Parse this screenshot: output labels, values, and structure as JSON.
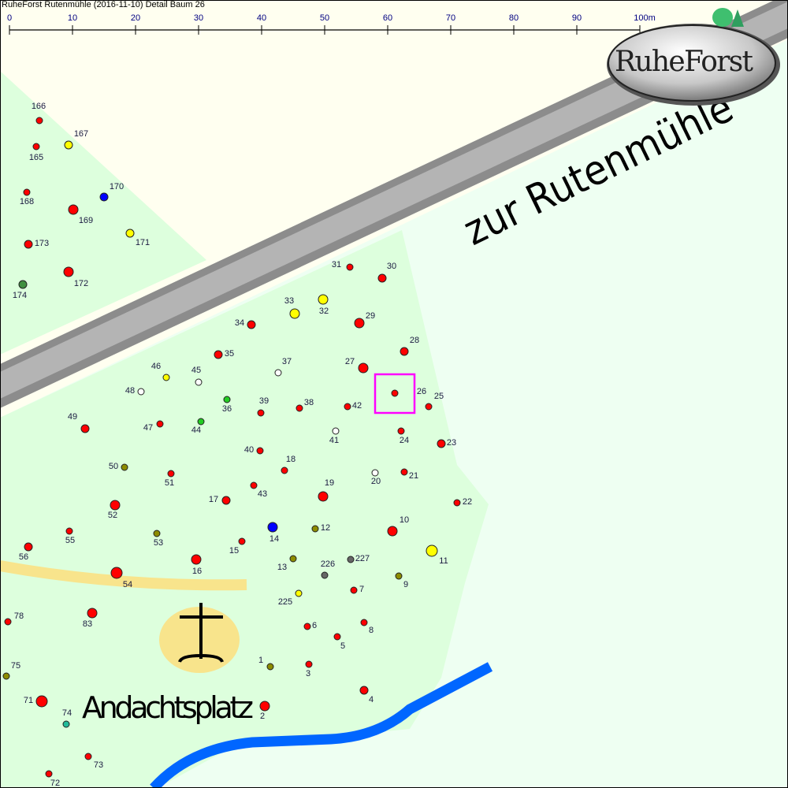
{
  "title": "RuheForst Rutenmühle (2016-11-10) Detail  Baum 26",
  "scale_bar": {
    "ticks": [
      "0",
      "10",
      "20",
      "30",
      "40",
      "50",
      "60",
      "70",
      "80",
      "90",
      "100m"
    ]
  },
  "logo_text": "RuheForst",
  "places": {
    "road_label": "zur Rutenmühle",
    "chapel_label": "Andachtsplatz"
  },
  "selected_tree": "26",
  "colors": {
    "red": "#ff0000",
    "yellow": "#ffff00",
    "blue": "#0000ff",
    "white": "#ffffff",
    "green": "#22cc22",
    "olive": "#8c8c00",
    "darkgreen": "#3f8f3f",
    "gray": "#666666",
    "teal": "#22bb99",
    "selection": "#ff00ff",
    "river": "#0066ff",
    "path": "#f8e48c",
    "forest": "#ddffdd",
    "road": "#aaaaaa"
  },
  "trees": [
    {
      "id": "166",
      "status": "red"
    },
    {
      "id": "165",
      "status": "red"
    },
    {
      "id": "167",
      "status": "yellow"
    },
    {
      "id": "170",
      "status": "blue"
    },
    {
      "id": "168",
      "status": "red"
    },
    {
      "id": "169",
      "status": "red"
    },
    {
      "id": "171",
      "status": "yellow"
    },
    {
      "id": "173",
      "status": "red"
    },
    {
      "id": "172",
      "status": "red"
    },
    {
      "id": "174",
      "status": "darkgreen"
    },
    {
      "id": "31",
      "status": "red"
    },
    {
      "id": "30",
      "status": "red"
    },
    {
      "id": "33",
      "status": "yellow"
    },
    {
      "id": "32",
      "status": "yellow"
    },
    {
      "id": "34",
      "status": "red"
    },
    {
      "id": "29",
      "status": "red"
    },
    {
      "id": "28",
      "status": "red"
    },
    {
      "id": "35",
      "status": "red"
    },
    {
      "id": "27",
      "status": "red"
    },
    {
      "id": "37",
      "status": "white"
    },
    {
      "id": "46",
      "status": "yellow"
    },
    {
      "id": "45",
      "status": "white"
    },
    {
      "id": "48",
      "status": "white"
    },
    {
      "id": "36",
      "status": "green"
    },
    {
      "id": "39",
      "status": "red"
    },
    {
      "id": "38",
      "status": "red"
    },
    {
      "id": "42",
      "status": "red"
    },
    {
      "id": "26",
      "status": "red"
    },
    {
      "id": "25",
      "status": "red"
    },
    {
      "id": "49",
      "status": "red"
    },
    {
      "id": "47",
      "status": "red"
    },
    {
      "id": "44",
      "status": "green"
    },
    {
      "id": "41",
      "status": "white"
    },
    {
      "id": "24",
      "status": "red"
    },
    {
      "id": "23",
      "status": "red"
    },
    {
      "id": "40",
      "status": "red"
    },
    {
      "id": "18",
      "status": "red"
    },
    {
      "id": "50",
      "status": "olive"
    },
    {
      "id": "51",
      "status": "red"
    },
    {
      "id": "20",
      "status": "white"
    },
    {
      "id": "21",
      "status": "red"
    },
    {
      "id": "43",
      "status": "red"
    },
    {
      "id": "19",
      "status": "red"
    },
    {
      "id": "17",
      "status": "red"
    },
    {
      "id": "52",
      "status": "red"
    },
    {
      "id": "22",
      "status": "red"
    },
    {
      "id": "55",
      "status": "red"
    },
    {
      "id": "53",
      "status": "olive"
    },
    {
      "id": "14",
      "status": "blue"
    },
    {
      "id": "12",
      "status": "olive"
    },
    {
      "id": "10",
      "status": "red"
    },
    {
      "id": "15",
      "status": "red"
    },
    {
      "id": "56",
      "status": "red"
    },
    {
      "id": "11",
      "status": "yellow"
    },
    {
      "id": "13",
      "status": "olive"
    },
    {
      "id": "226",
      "status": "gray"
    },
    {
      "id": "227",
      "status": "gray"
    },
    {
      "id": "16",
      "status": "red"
    },
    {
      "id": "54",
      "status": "red"
    },
    {
      "id": "9",
      "status": "olive"
    },
    {
      "id": "7",
      "status": "red"
    },
    {
      "id": "225",
      "status": "yellow"
    },
    {
      "id": "78",
      "status": "red"
    },
    {
      "id": "83",
      "status": "red"
    },
    {
      "id": "6",
      "status": "red"
    },
    {
      "id": "8",
      "status": "red"
    },
    {
      "id": "5",
      "status": "red"
    },
    {
      "id": "75",
      "status": "olive"
    },
    {
      "id": "1",
      "status": "olive"
    },
    {
      "id": "3",
      "status": "red"
    },
    {
      "id": "71",
      "status": "red"
    },
    {
      "id": "4",
      "status": "red"
    },
    {
      "id": "74",
      "status": "teal"
    },
    {
      "id": "2",
      "status": "red"
    },
    {
      "id": "73",
      "status": "red"
    },
    {
      "id": "72",
      "status": "red"
    }
  ]
}
